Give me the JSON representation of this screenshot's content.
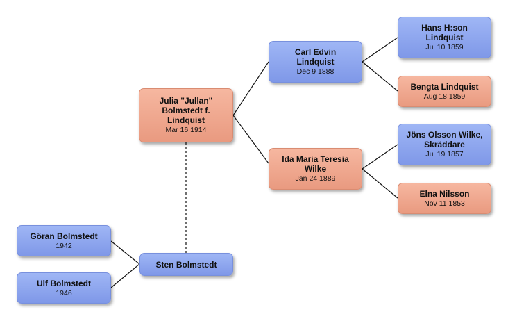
{
  "people": {
    "julia": {
      "name_lines": [
        "Julia \"Jullan\"",
        "Bolmstedt f.",
        "Lindquist"
      ],
      "date": "Mar 16 1914"
    },
    "carl": {
      "name_lines": [
        "Carl Edvin",
        "Lindquist"
      ],
      "date": "Dec 9 1888"
    },
    "ida": {
      "name_lines": [
        "Ida Maria Teresia",
        "Wilke"
      ],
      "date": "Jan 24 1889"
    },
    "hans": {
      "name_lines": [
        "Hans H:son",
        "Lindquist"
      ],
      "date": "Jul 10 1859"
    },
    "bengta": {
      "name_lines": [
        "Bengta Lindquist"
      ],
      "date": "Aug 18 1859"
    },
    "jons": {
      "name_lines": [
        "Jöns Olsson Wilke,",
        "Skräddare"
      ],
      "date": "Jul 19 1857"
    },
    "elna": {
      "name_lines": [
        "Elna Nilsson"
      ],
      "date": "Nov 11 1853"
    },
    "sten": {
      "name_lines": [
        "Sten Bolmstedt"
      ],
      "date": ""
    },
    "goran": {
      "name_lines": [
        "Göran Bolmstedt"
      ],
      "date": "1942"
    },
    "ulf": {
      "name_lines": [
        "Ulf Bolmstedt"
      ],
      "date": "1946"
    }
  },
  "colors": {
    "male": "#8aa2ee",
    "female": "#eea68d",
    "line": "#111111"
  }
}
